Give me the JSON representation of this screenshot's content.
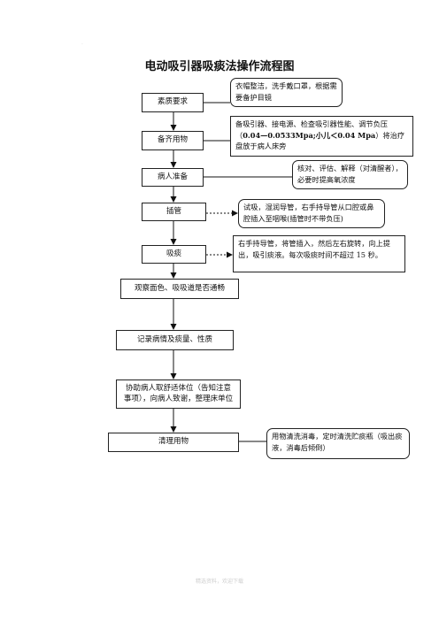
{
  "title": "电动吸引器吸痰法操作流程图",
  "steps": [
    "素质要求",
    "备齐用物",
    "病人准备",
    "插管",
    "吸痰",
    "观察面色、吸吸道是否通畅",
    "记录病情及痰量、性质",
    "协助病人取舒适体位（告知注意事项），向病人致谢，整理床单位",
    "清理用物"
  ],
  "notes": {
    "quality": "衣帽整洁，洗手戴口罩，根据需要备护目镜",
    "supplies_1": "备吸引器、接电源、检查吸引器性能、调节负压（",
    "supplies_pressure": "0.04—0.0533Mpa;小儿＜0.04 Mpa",
    "supplies_2": "）将治疗盘放于病人床旁",
    "patient": "核对、评估、解释（对清醒者），必要时提高氧浓度",
    "intubation": "试吸，湿润导管，右手持导管从口腔或鼻腔插入至咽喉(插管时不带负压)",
    "suction": "右手持导管，将管插入，然后左右旋转，向上提出，吸引痰液。每次吸痰时间不超过 15 秒。",
    "cleanup": "用物清洗消毒，定时清洗贮痰瓶（吸出痰液，消毒后倾倒）"
  },
  "footer": "精选资料，欢迎下载",
  "corner_mark": "·"
}
